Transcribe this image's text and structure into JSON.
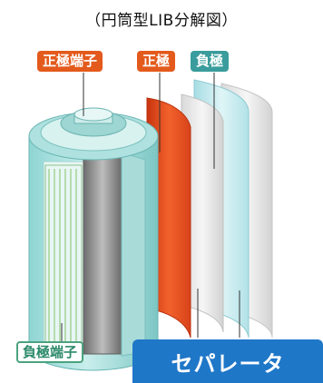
{
  "title": "（円筒型LIB分解図）",
  "labels": {
    "positive_terminal": "正極端子",
    "positive_electrode": "正極",
    "negative_electrode": "負極",
    "negative_terminal": "負極端子",
    "separator": "セパレータ"
  },
  "colors": {
    "orange_tag": "#e35a1c",
    "teal_tag": "#3a9c9c",
    "separator_box": "#1f77c8",
    "cathode_foil": "#e8491a",
    "anode_sheet": "#bfe6ea"
  }
}
